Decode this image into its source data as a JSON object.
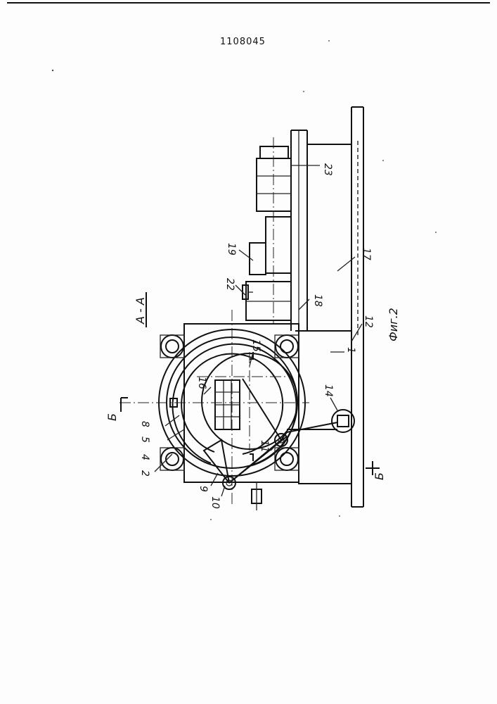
{
  "document": {
    "patent_number": "1108045",
    "section_label": "А - А",
    "figure_caption": "Фиг.2",
    "cut_marker_left": "Б",
    "cut_marker_right": "Б"
  },
  "callouts": [
    "1",
    "2",
    "4",
    "5",
    "8",
    "9",
    "10",
    "11",
    "12",
    "14",
    "15",
    "16",
    "17",
    "18",
    "19",
    "22",
    "23"
  ]
}
